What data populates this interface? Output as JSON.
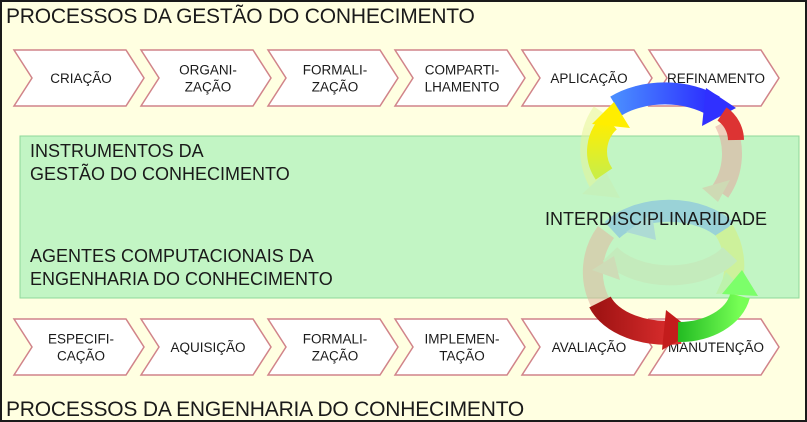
{
  "top_heading": "PROCESSOS DA GESTÃO DO CONHECIMENTO",
  "bottom_heading": "PROCESSOS DA ENGENHARIA DO CONHECIMENTO",
  "top_steps": [
    {
      "lines": [
        "CRIAÇÃO"
      ]
    },
    {
      "lines": [
        "ORGANI-",
        "ZAÇÃO"
      ]
    },
    {
      "lines": [
        "FORMALI-",
        "ZAÇÃO"
      ]
    },
    {
      "lines": [
        "COMPARTI-",
        "LHAMENTO"
      ]
    },
    {
      "lines": [
        "APLICAÇÃO"
      ]
    },
    {
      "lines": [
        "REFINAMENTO"
      ]
    }
  ],
  "bottom_steps": [
    {
      "lines": [
        "ESPECIFI-",
        "CAÇÃO"
      ]
    },
    {
      "lines": [
        "AQUISIÇÃO"
      ]
    },
    {
      "lines": [
        "FORMALI-",
        "ZAÇÃO"
      ]
    },
    {
      "lines": [
        "IMPLEMEN-",
        "TAÇÃO"
      ]
    },
    {
      "lines": [
        "AVALIAÇÃO"
      ]
    },
    {
      "lines": [
        "MANUTENÇÃO"
      ]
    }
  ],
  "band": {
    "instruments_line1": "INSTRUMENTOS DA",
    "instruments_line2": "GESTÃO DO CONHECIMENTO",
    "agents_line1": "AGENTES COMPUTACIONAIS DA",
    "agents_line2": "ENGENHARIA DO CONHECIMENTO"
  },
  "center_label": "INTERDISCIPLINARIDADE",
  "colors": {
    "background": "#ffffe1",
    "band": "#c2f5c4",
    "chevron_fill": "#ffffff",
    "chevron_stroke": "#d1848a",
    "cycle_blue": "#3b3bff",
    "cycle_red": "#c81e1e",
    "cycle_green": "#33dd33",
    "cycle_yellow": "#ffee00"
  }
}
